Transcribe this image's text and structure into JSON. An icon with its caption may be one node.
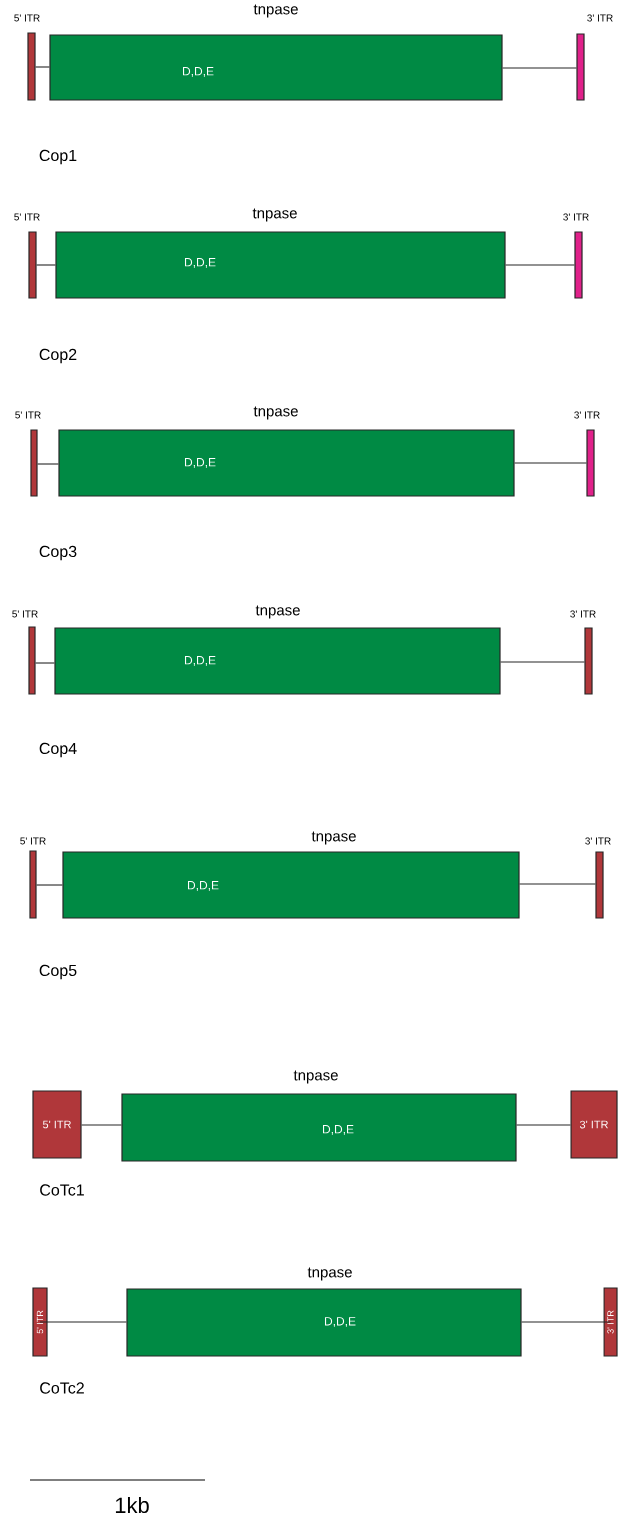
{
  "diagram": {
    "nodes": [
      {
        "text": [
          "5' ITR"
        ]
      },
      {
        "text": [
          "tnpase",
          "D,D,E"
        ]
      },
      {
        "text": [
          "3' ITR"
        ]
      },
      {
        "text": [
          "5' ITR"
        ]
      },
      {
        "text": [
          "tnpase",
          "D,D,E"
        ]
      },
      {
        "text": [
          "3' ITR"
        ]
      },
      {
        "text": [
          "5' ITR"
        ]
      },
      {
        "text": [
          "tnpase",
          "D,D,E"
        ]
      },
      {
        "text": [
          "3' ITR"
        ]
      },
      {
        "text": [
          "5' ITR"
        ]
      },
      {
        "text": [
          "tnpase",
          "D,D,E"
        ]
      },
      {
        "text": [
          "3' ITR"
        ]
      },
      {
        "text": [
          "5' ITR"
        ]
      },
      {
        "text": [
          "tnpase",
          "D,D,E"
        ]
      },
      {
        "text": [
          "3' ITR"
        ]
      },
      {
        "text": [
          "5' ITR"
        ]
      },
      {
        "text": [
          "tnpase",
          "D,D,E"
        ]
      },
      {
        "text": [
          "3' ITR"
        ]
      },
      {
        "text": [
          "5' ITR"
        ]
      },
      {
        "text": [
          "tnpase",
          "D,D,E"
        ]
      },
      {
        "text": [
          "3' ITR"
        ]
      }
    ],
    "edges": [
      {
        "from": 0,
        "to": 1,
        "arrow": "none"
      },
      {
        "from": 1,
        "to": 2,
        "arrow": "none"
      },
      {
        "from": 3,
        "to": 4,
        "arrow": "none"
      },
      {
        "from": 4,
        "to": 5,
        "arrow": "none"
      },
      {
        "from": 6,
        "to": 7,
        "arrow": "none"
      },
      {
        "from": 7,
        "to": 8,
        "arrow": "none"
      },
      {
        "from": 9,
        "to": 10,
        "arrow": "none"
      },
      {
        "from": 10,
        "to": 11,
        "arrow": "none"
      },
      {
        "from": 12,
        "to": 13,
        "arrow": "none"
      },
      {
        "from": 13,
        "to": 14,
        "arrow": "none"
      },
      {
        "from": 15,
        "to": 16,
        "arrow": "none"
      },
      {
        "from": 16,
        "to": 17,
        "arrow": "none"
      },
      {
        "from": 18,
        "to": 19,
        "arrow": "none"
      },
      {
        "from": 19,
        "to": 20,
        "arrow": "none"
      }
    ],
    "labels": [
      "Cop1",
      "Cop2",
      "Cop3",
      "Cop4",
      "Cop5",
      "CoTc1",
      "CoTc2",
      "1kb"
    ]
  }
}
